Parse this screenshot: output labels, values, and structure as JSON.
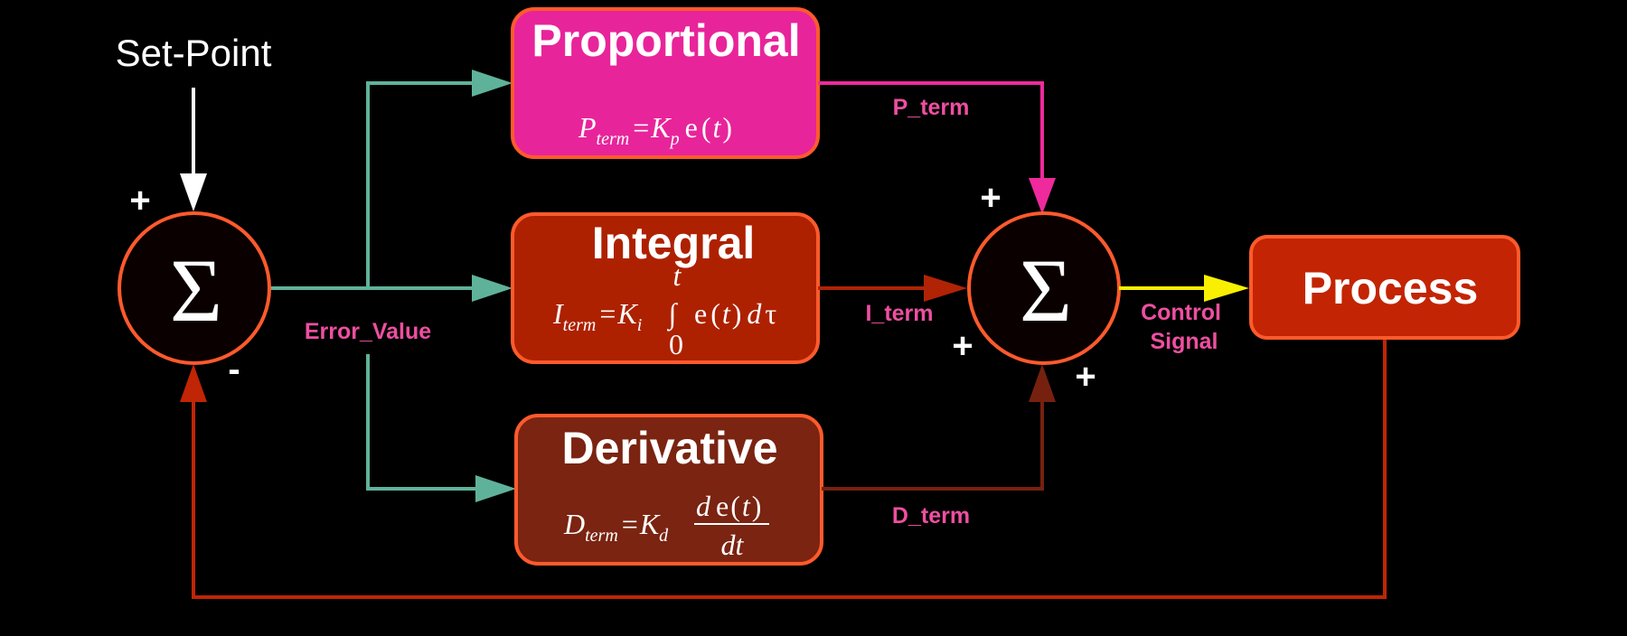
{
  "colors": {
    "background": "#000000",
    "proportional_fill": "#e8249a",
    "integral_fill": "#ad2100",
    "derivative_fill": "#7a2411",
    "process_fill": "#c32403",
    "box_border": "#ff5a2c",
    "error_line": "#5fb29a",
    "p_line": "#ee2a9c",
    "i_line": "#b02305",
    "d_line": "#76210f",
    "control_line": "#f8f000",
    "feedback_line": "#c02505",
    "setpoint_line": "#ffffff",
    "label_text": "#ee4fa0"
  },
  "setpoint": {
    "label": "Set-Point"
  },
  "summer_left": {
    "symbol": "Σ",
    "plus": "+",
    "minus": "-"
  },
  "summer_right": {
    "symbol": "Σ",
    "plus_top": "+",
    "plus_left": "+",
    "plus_bottom": "+"
  },
  "labels": {
    "error": "Error_Value",
    "p_term": "P_term",
    "i_term": "I_term",
    "d_term": "D_term",
    "control_1": "Control",
    "control_2": "Signal"
  },
  "blocks": {
    "proportional": {
      "title": "Proportional",
      "f_lhs": "P",
      "f_lhs_sub": "term",
      "f_eq": "=",
      "f_k": "K",
      "f_k_sub": "p",
      "f_e": "e",
      "f_paren_l": "(",
      "f_t": "t",
      "f_paren_r": ")"
    },
    "integral": {
      "title": "Integral",
      "f_lhs": "I",
      "f_lhs_sub": "term",
      "f_eq": "=",
      "f_k": "K",
      "f_k_sub": "i",
      "f_int": "∫",
      "f_int_upper": "t",
      "f_int_lower": "0",
      "f_e": "e",
      "f_paren_l": "(",
      "f_t": "t",
      "f_paren_r": ")",
      "f_d": "d",
      "f_tau": "τ"
    },
    "derivative": {
      "title": "Derivative",
      "f_lhs": "D",
      "f_lhs_sub": "term",
      "f_eq": "=",
      "f_k": "K",
      "f_k_sub": "d",
      "f_num_d": "d",
      "f_num_e": "e",
      "f_num_paren_l": "(",
      "f_num_t": "t",
      "f_num_paren_r": ")",
      "f_den": "dt"
    },
    "process": {
      "title": "Process"
    }
  }
}
